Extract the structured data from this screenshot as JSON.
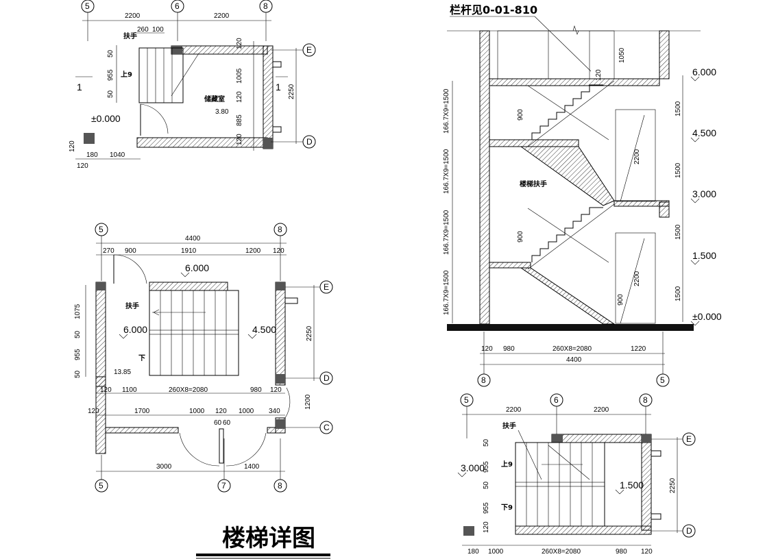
{
  "title": "楼梯详图",
  "note": "栏杆见0-01-810",
  "plan1": {
    "grids_top": [
      "5",
      "6",
      "8"
    ],
    "grids_side": [
      "E",
      "D"
    ],
    "dims_top": [
      "2200",
      "2200"
    ],
    "dims_small": [
      "260",
      "100"
    ],
    "handrail": "扶手",
    "up": "上9",
    "level": "±0.000",
    "room": "储藏室",
    "room_area": "3.80",
    "dims_right": [
      "120",
      "1005",
      "120",
      "885",
      "120"
    ],
    "dims_left": [
      "50",
      "955",
      "50"
    ],
    "height": "2250",
    "bottom": [
      "120",
      "180",
      "1040"
    ],
    "side_mark": "1"
  },
  "plan2": {
    "grids_top": [
      "5",
      "8"
    ],
    "grids_side": [
      "E",
      "D",
      "C"
    ],
    "grids_bottom": [
      "5",
      "7",
      "8"
    ],
    "total": "4400",
    "dims_top": [
      "270",
      "900",
      "1910",
      "1200",
      "120"
    ],
    "level_top": "6.000",
    "handrail": "扶手",
    "level_left": "6.000",
    "level_right": "4.500",
    "down": "下",
    "area": "13.85",
    "dims_left": [
      "1075",
      "50",
      "955",
      "50"
    ],
    "height": "2250",
    "dims_mid": [
      "120",
      "1100",
      "260X8=2080",
      "980",
      "120"
    ],
    "dims_low": [
      "120",
      "1700",
      "1000",
      "120",
      "1000",
      "340"
    ],
    "door": [
      "60",
      "60"
    ],
    "dims_bottom": [
      "3000",
      "1400"
    ],
    "right_small": "1200"
  },
  "section": {
    "levels": [
      "6.000",
      "4.500",
      "3.000",
      "1.500",
      "±0.000"
    ],
    "left_dims": [
      "166.7X9=1500",
      "166.7X9=1500",
      "166.7X9=1500",
      "166.7X9=1500"
    ],
    "right_dims": [
      "1500",
      "1500",
      "1500",
      "1500"
    ],
    "rail_height": "1050",
    "h900": "900",
    "h2200": "2200",
    "handrail": "楼梯扶手",
    "bottom_dims": [
      "120",
      "980",
      "260X8=2080",
      "1220"
    ],
    "total": "4400",
    "grids": [
      "8",
      "5"
    ],
    "small": "120"
  },
  "plan3": {
    "grids_top": [
      "5",
      "6",
      "8"
    ],
    "grids_side": [
      "E",
      "D"
    ],
    "dims_top": [
      "2200",
      "2200"
    ],
    "handrail": "扶手",
    "up": "上9",
    "down": "下9",
    "level_left": "3.000",
    "level_right": "1.500",
    "dims_left": [
      "50",
      "955",
      "50",
      "955",
      "120"
    ],
    "height": "2250",
    "bottom": [
      "180",
      "1000",
      "260X8=2080",
      "980",
      "120"
    ]
  }
}
